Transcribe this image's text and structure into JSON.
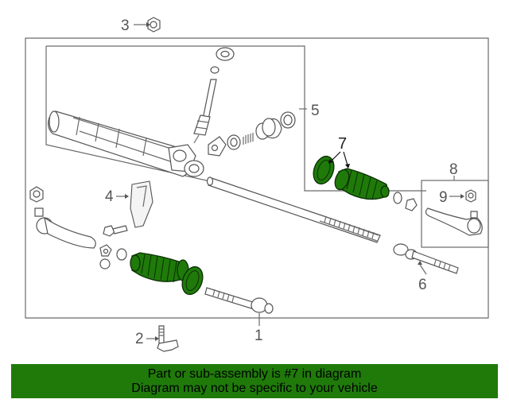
{
  "callouts": {
    "c1": "1",
    "c2": "2",
    "c3": "3",
    "c4": "4",
    "c5": "5",
    "c6": "6",
    "c7": "7",
    "c8": "8",
    "c9": "9"
  },
  "banner": {
    "line1": "Part or sub-assembly is #7 in diagram",
    "line2": "Diagram may not be specific to your vehicle"
  },
  "colors": {
    "highlight": "#1f7a0a",
    "banner": "#1f7a0a"
  }
}
